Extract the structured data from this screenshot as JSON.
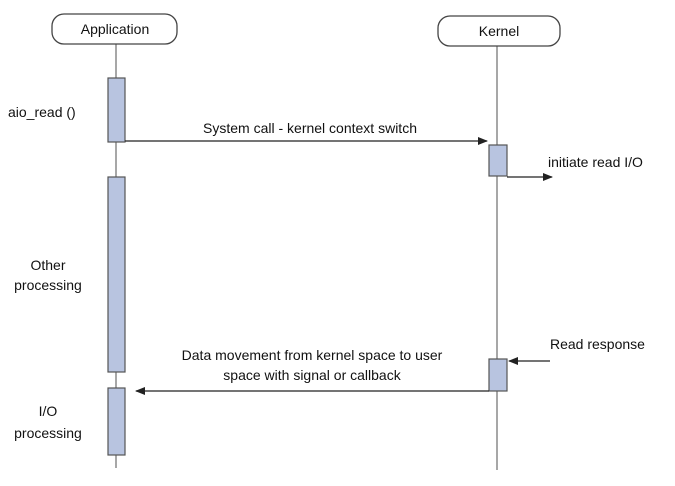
{
  "colors": {
    "activation_fill": "#b8c4e0",
    "line": "#222222",
    "lifeline": "#8a8a8a"
  },
  "participants": {
    "application": "Application",
    "kernel": "Kernel"
  },
  "app_labels": {
    "aio_read": "aio_read ()",
    "other_line1": "Other",
    "other_line2": "processing",
    "io_line1": "I/O",
    "io_line2": "processing"
  },
  "messages": {
    "system_call": "System call - kernel context switch",
    "data_line1": "Data movement from kernel space to user",
    "data_line2": "space with signal or callback"
  },
  "kernel_labels": {
    "initiate": "initiate read I/O",
    "read_response": "Read response"
  }
}
